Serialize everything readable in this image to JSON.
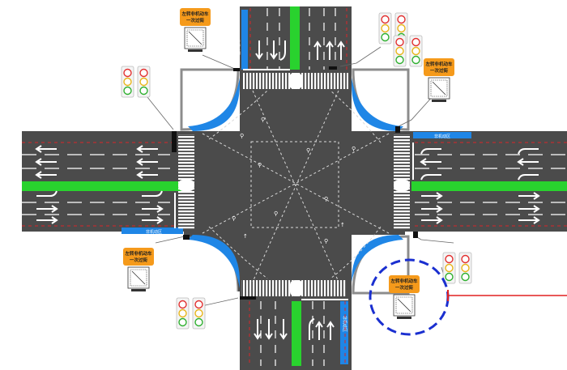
{
  "colors": {
    "road": "#4a4a4a",
    "curb": "#9a9a9a",
    "green_lane": "#29d22e",
    "blue_area": "#1f86e6",
    "sign_orange": "#f59a1b",
    "callout_circle": "#1a2fd0",
    "callout_line": "#e02020",
    "red_edge_line": "#d8262a"
  },
  "signs": {
    "left_turn_line1": "左转非机动车",
    "left_turn_line2": "一次过街"
  },
  "lane_labels": {
    "nonmotor_area": "非机动区",
    "bike_wait": "非机动车"
  },
  "traffic_lights": [
    {
      "name": "north-west-lights",
      "count": 2
    },
    {
      "name": "north-east-lights",
      "count": 2
    },
    {
      "name": "west-lights",
      "count": 2
    },
    {
      "name": "south-lights",
      "count": 2
    },
    {
      "name": "east-lights",
      "count": 2
    }
  ],
  "icons": [
    "traffic-light-icon",
    "left-turn-sign-icon",
    "callout-circle-icon",
    "bicycle-icon"
  ]
}
